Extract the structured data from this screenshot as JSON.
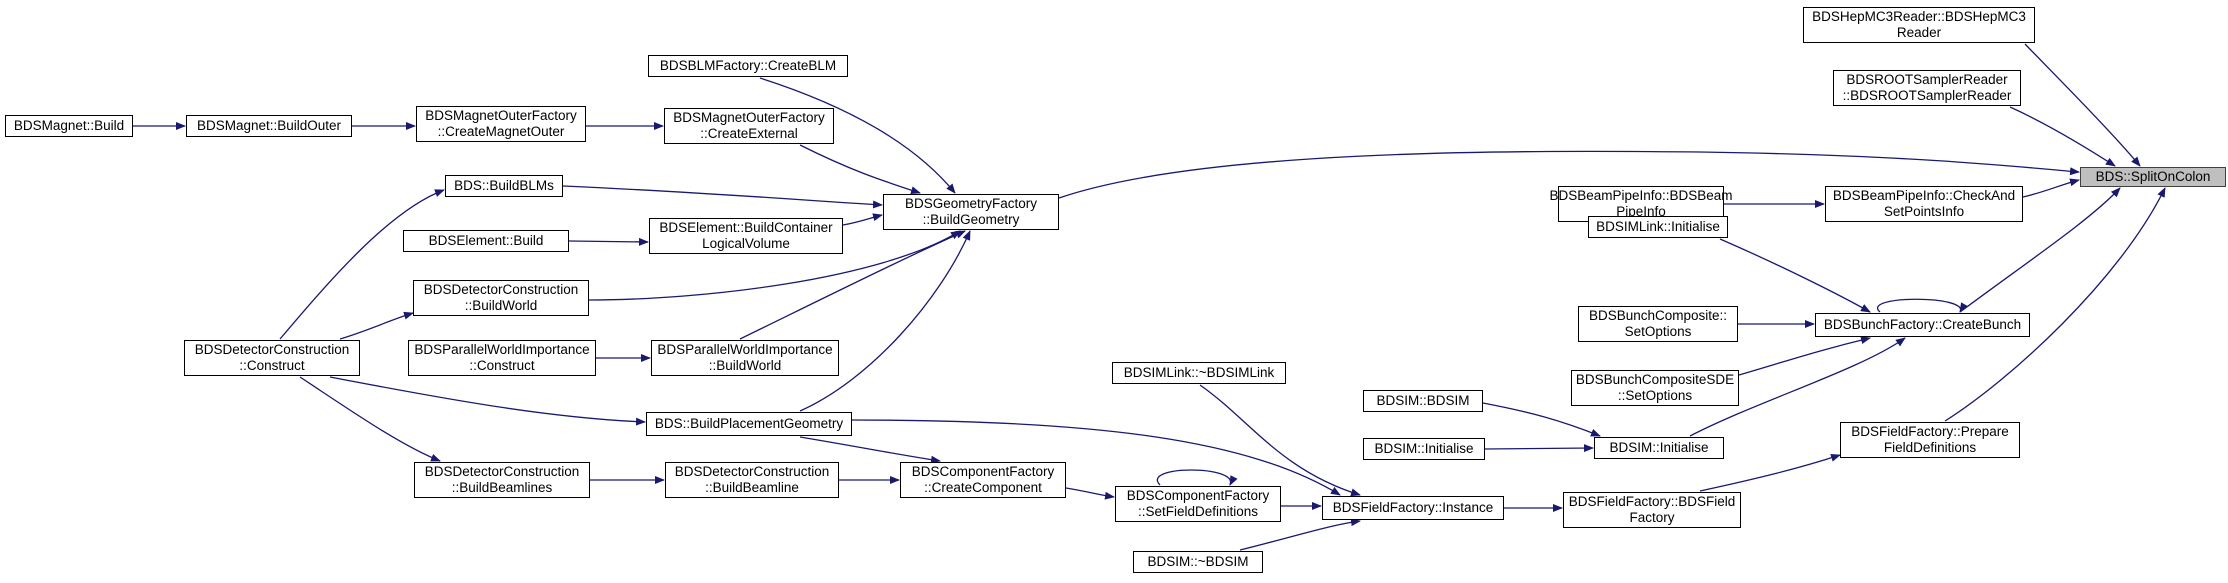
{
  "colors": {
    "edge": "#191970",
    "node_border": "#000000",
    "root_fill": "#bfbfbf",
    "root_border": "#404040",
    "background": "#ffffff"
  },
  "nodes": {
    "hepmc3": "BDSHepMC3Reader::BDSHepMC3\nReader",
    "rootsampler": "BDSROOTSamplerReader\n::BDSROOTSamplerReader",
    "root": "BDS::SplitOnColon",
    "bpinfo_ctor": "BDSBeamPipeInfo::BDSBeam\nPipeInfo",
    "bpinfo_check": "BDSBeamPipeInfo::CheckAnd\nSetPointsInfo",
    "imlink_init": "BDSIMLink::Initialise",
    "bunchcomp": "BDSBunchComposite::\nSetOptions",
    "bunchcompsde": "BDSBunchCompositeSDE\n::SetOptions",
    "bunchfactory": "BDSBunchFactory::CreateBunch",
    "bdsim_ctor": "BDSIM::BDSIM",
    "bdsim_init1": "BDSIM::Initialise",
    "bdsim_init2": "BDSIM::Initialise",
    "fieldfactory_prep": "BDSFieldFactory::Prepare\nFieldDefinitions",
    "fieldfactory_ctor": "BDSFieldFactory::BDSField\nFactory",
    "fieldfactory_inst": "BDSFieldFactory::Instance",
    "imlink_dtor": "BDSIMLink::~BDSIMLink",
    "bdsim_dtor": "BDSIM::~BDSIM",
    "compfactory_setfield": "BDSComponentFactory\n::SetFieldDefinitions",
    "compfactory_create": "BDSComponentFactory\n::CreateComponent",
    "detcon_buildbeamline": "BDSDetectorConstruction\n::BuildBeamline",
    "detcon_buildbeamlines": "BDSDetectorConstruction\n::BuildBeamlines",
    "buildplacement": "BDS::BuildPlacementGeometry",
    "detcon_construct": "BDSDetectorConstruction\n::Construct",
    "pwi_buildworld": "BDSParallelWorldImportance\n::BuildWorld",
    "pwi_construct": "BDSParallelWorldImportance\n::Construct",
    "detcon_buildworld": "BDSDetectorConstruction\n::BuildWorld",
    "element_container": "BDSElement::BuildContainer\nLogicalVolume",
    "element_build": "BDSElement::Build",
    "buildblms": "BDS::BuildBLMs",
    "geomfactory": "BDSGeometryFactory\n::BuildGeometry",
    "blmfactory": "BDSBLMFactory::CreateBLM",
    "magouter_external": "BDSMagnetOuterFactory\n::CreateExternal",
    "magouter_create": "BDSMagnetOuterFactory\n::CreateMagnetOuter",
    "magnet_buildouter": "BDSMagnet::BuildOuter",
    "magnet_build": "BDSMagnet::Build"
  }
}
